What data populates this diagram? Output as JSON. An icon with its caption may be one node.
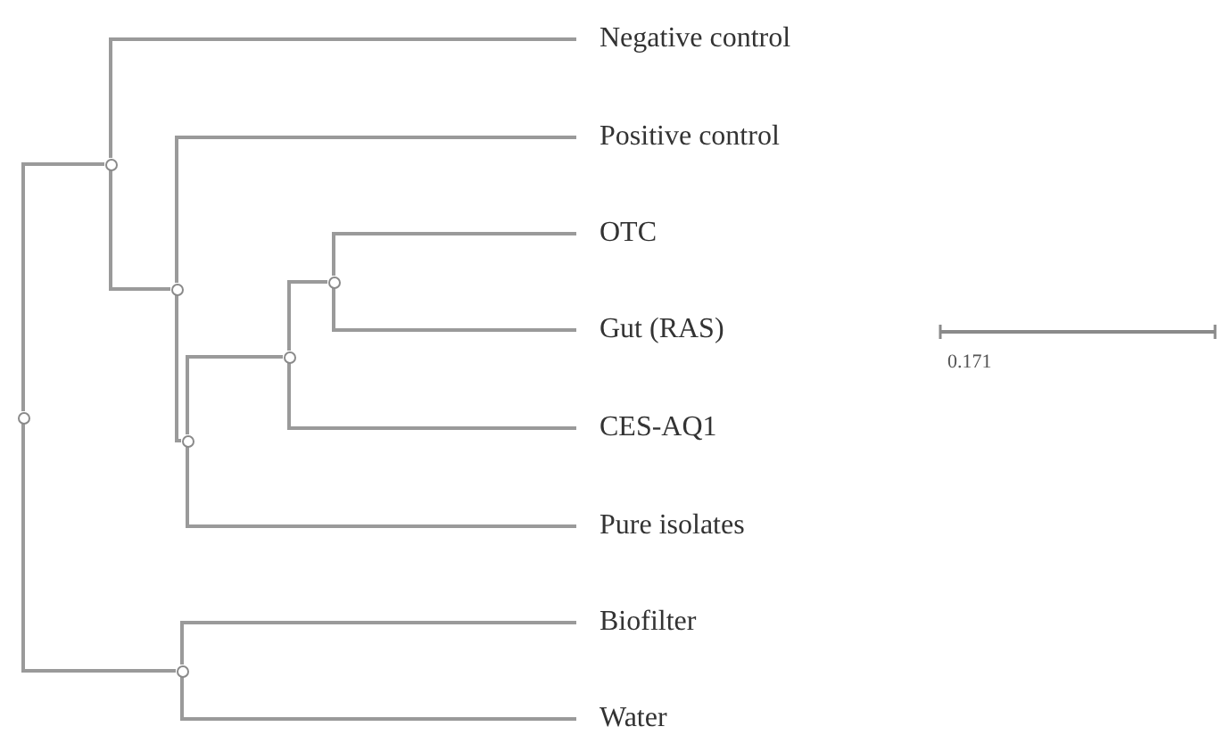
{
  "diagram": {
    "nodes": [
      {
        "text": [
          "Negative control"
        ]
      },
      {
        "text": [
          "Positive control"
        ]
      },
      {
        "text": [
          "OTC"
        ]
      },
      {
        "text": [
          "Gut (RAS)"
        ]
      },
      {
        "text": [
          "CES-AQ1"
        ]
      },
      {
        "text": [
          "Pure isolates"
        ]
      },
      {
        "text": [
          "Biofilter"
        ]
      },
      {
        "text": [
          "Water"
        ]
      },
      {
        "text": [],
        "shape": "circle"
      },
      {
        "text": [],
        "shape": "circle"
      },
      {
        "text": [],
        "shape": "circle"
      },
      {
        "text": [],
        "shape": "circle"
      },
      {
        "text": [],
        "shape": "circle"
      },
      {
        "text": [],
        "shape": "circle"
      },
      {
        "text": [],
        "shape": "circle"
      }
    ],
    "edges": [
      {
        "from": 8,
        "to": 9,
        "arrow": "none"
      },
      {
        "from": 8,
        "to": 14,
        "arrow": "none"
      },
      {
        "from": 9,
        "to": 0,
        "arrow": "none"
      },
      {
        "from": 9,
        "to": 10,
        "arrow": "none"
      },
      {
        "from": 10,
        "to": 1,
        "arrow": "none"
      },
      {
        "from": 10,
        "to": 11,
        "arrow": "none"
      },
      {
        "from": 11,
        "to": 12,
        "arrow": "none"
      },
      {
        "from": 11,
        "to": 5,
        "arrow": "none"
      },
      {
        "from": 12,
        "to": 13,
        "arrow": "none"
      },
      {
        "from": 12,
        "to": 4,
        "arrow": "none"
      },
      {
        "from": 13,
        "to": 2,
        "arrow": "none"
      },
      {
        "from": 13,
        "to": 3,
        "arrow": "none"
      },
      {
        "from": 14,
        "to": 6,
        "arrow": "none"
      },
      {
        "from": 14,
        "to": 7,
        "arrow": "none"
      }
    ],
    "labels": [
      "0.171"
    ]
  }
}
